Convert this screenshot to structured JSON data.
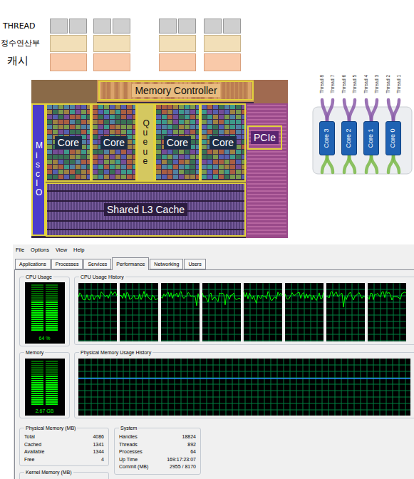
{
  "diagram": {
    "nodes": [
      {
        "text": [
          "Memory Controller"
        ]
      },
      {
        "text": [
          "Misc IO"
        ]
      },
      {
        "text": [
          "Core"
        ]
      },
      {
        "text": [
          "Core"
        ]
      },
      {
        "text": [
          "Queue"
        ]
      },
      {
        "text": [
          "Core"
        ]
      },
      {
        "text": [
          "Core"
        ]
      },
      {
        "text": [
          "PCIe"
        ]
      },
      {
        "text": [
          "Shared L3 Cache"
        ]
      },
      {
        "text": [
          "Core 3"
        ]
      },
      {
        "text": [
          "Core 2"
        ]
      },
      {
        "text": [
          "Core 1"
        ]
      },
      {
        "text": [
          "Core 0"
        ]
      },
      {
        "text": [
          "Applications"
        ]
      },
      {
        "text": [
          "Processes"
        ]
      },
      {
        "text": [
          "Services"
        ]
      },
      {
        "text": [
          "Performance"
        ]
      },
      {
        "text": [
          "Networking"
        ]
      },
      {
        "text": [
          "Users"
        ]
      },
      {
        "text": [
          "CPU Usage",
          "64 %"
        ]
      },
      {
        "text": [
          "CPU Usage History"
        ]
      },
      {
        "text": [
          "Memory",
          "2.67 GB"
        ]
      },
      {
        "text": [
          "Physical Memory Usage History"
        ]
      },
      {
        "text": [
          "Physical Memory (MB)",
          "Total",
          "4086",
          "Cached",
          "1341",
          "Available",
          "1344",
          "Free",
          "4"
        ]
      },
      {
        "text": [
          "System",
          "Handles",
          "18824",
          "Threads",
          "892",
          "Processes",
          "64",
          "Up Time",
          "169:17:23:07",
          "Commit (MB)",
          "2955 / 8170"
        ]
      },
      {
        "text": [
          "Kernel Memory (MB)"
        ]
      }
    ],
    "labels": [
      "THREAD",
      "정수연산부",
      "캐시",
      "Thread 8",
      "Thread 7",
      "Thread 6",
      "Thread 5",
      "Thread 4",
      "Thread 3",
      "Thread 2",
      "Thread 1",
      "File",
      "Options",
      "View",
      "Help"
    ]
  }
}
